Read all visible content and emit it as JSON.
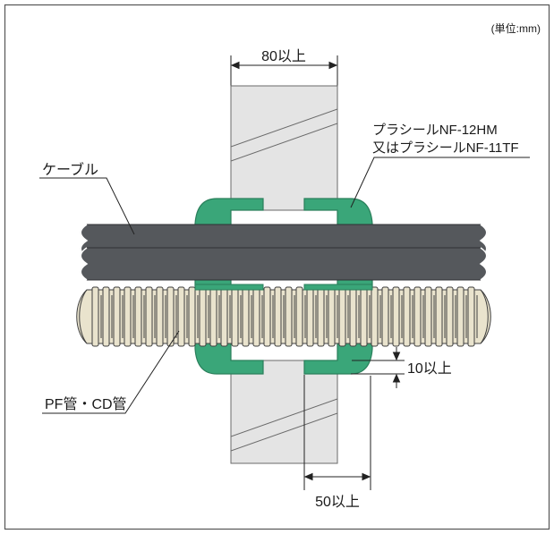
{
  "unit_note": "(単位:mm)",
  "labels": {
    "width_min": "80以上",
    "sealant_line1": "プラシールNF-12HM",
    "sealant_line2": "又はプラシールNF-11TF",
    "cable": "ケーブル",
    "conduit": "PF管・CD管",
    "overlap_min": "10以上",
    "extension_min": "50以上"
  },
  "colors": {
    "border": "#555555",
    "wall_fill": "#e4e4e4",
    "sealant": "#3aa679",
    "cable": "#55585c",
    "conduit": "#e9e3cd"
  }
}
